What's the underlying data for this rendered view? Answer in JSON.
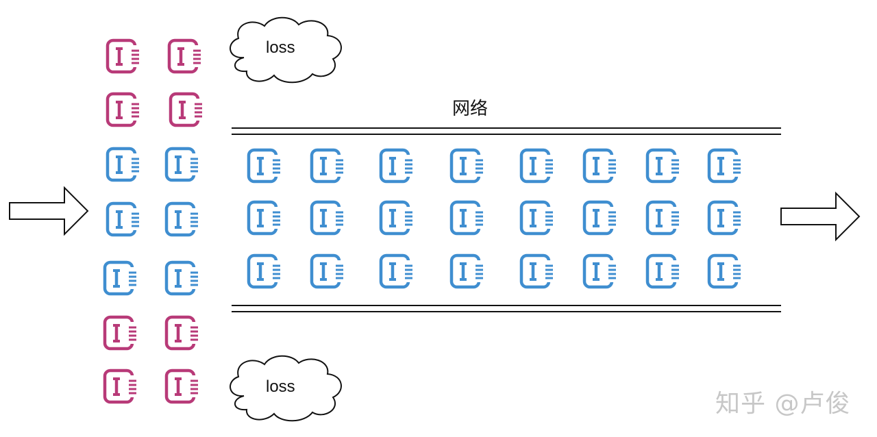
{
  "title": "网络",
  "loss_labels": [
    "loss",
    "loss"
  ],
  "watermark": "知乎 @卢俊",
  "colors": {
    "pink": "#b83a78",
    "blue": "#3f8ed0",
    "line": "#111111"
  },
  "icon": "document-index-icon",
  "left_grid": {
    "rows": 7,
    "cols": 2,
    "row_colors": [
      "pink",
      "pink",
      "blue",
      "blue",
      "blue",
      "pink",
      "pink"
    ]
  },
  "network_grid": {
    "rows": 3,
    "cols": 8,
    "color": "blue"
  }
}
